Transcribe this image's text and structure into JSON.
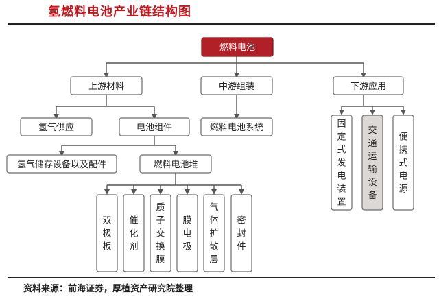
{
  "title": "氢燃料电池产业链结构图",
  "source": "资料来源：前海证券，厚植资产研究院整理",
  "nodes": {
    "root": "燃料电池",
    "upstream": "上游材料",
    "midstream": "中游组装",
    "downstream": "下游应用",
    "hydrogen_supply": "氢气供应",
    "cell_components": "电池组件",
    "fc_system": "燃料电池系统",
    "storage_equipment": "氢气储存设备以及配件",
    "fc_stack": "燃料电池堆",
    "bipolar_plate": "双极板",
    "catalyst": "催化剂",
    "pem": "质子交换膜",
    "mea": "膜电极",
    "gdl": "气体扩散层",
    "seal": "密封件",
    "stationary": "固定式发电装置",
    "transport": "交通运输设备",
    "portable": "便携式电源"
  }
}
